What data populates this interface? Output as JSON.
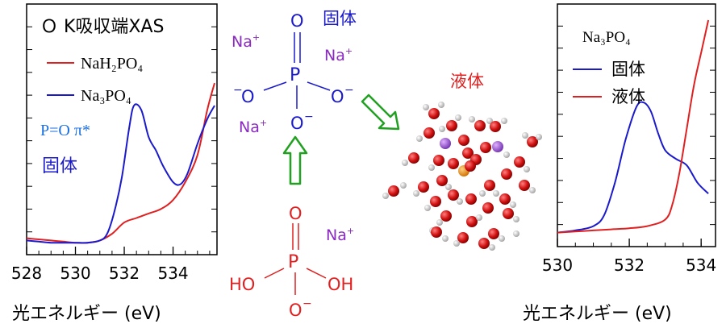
{
  "chart_data": [
    {
      "type": "line",
      "title": "Ｏ K吸収端XAS",
      "xlabel": "光エネルギー (eV)",
      "ylabel": "",
      "xlim": [
        528,
        535.8
      ],
      "ylim": [
        0,
        1
      ],
      "x_ticks": [
        "528",
        "530",
        "532",
        "534"
      ],
      "legend": "top-left",
      "annotations": [
        "P=O π*",
        "固体"
      ],
      "series": [
        {
          "name": "NaH₂PO₄",
          "color": "#e02020",
          "x": [
            528,
            528.5,
            529,
            529.5,
            530,
            530.5,
            531,
            531.5,
            532,
            532.5,
            533,
            533.5,
            534,
            534.5,
            535,
            535.4,
            535.7
          ],
          "y": [
            0.03,
            0.025,
            0.02,
            0.015,
            0.01,
            0.01,
            0.02,
            0.05,
            0.1,
            0.12,
            0.14,
            0.16,
            0.2,
            0.28,
            0.4,
            0.6,
            0.72
          ]
        },
        {
          "name": "Na₃PO₄",
          "color": "#1a1acc",
          "x": [
            528,
            528.5,
            529,
            529.5,
            530,
            530.5,
            531,
            531.3,
            531.6,
            531.9,
            532.2,
            532.4,
            532.7,
            533,
            533.3,
            533.6,
            534,
            534.3,
            534.6,
            535,
            535.4,
            535.7
          ],
          "y": [
            0.02,
            0.015,
            0.01,
            0.01,
            0.01,
            0.01,
            0.02,
            0.05,
            0.15,
            0.3,
            0.52,
            0.62,
            0.6,
            0.48,
            0.42,
            0.35,
            0.28,
            0.27,
            0.32,
            0.45,
            0.56,
            0.62
          ]
        }
      ]
    },
    {
      "type": "line",
      "title": "",
      "xlabel": "光エネルギー (eV)",
      "ylabel": "",
      "xlim": [
        530,
        534.4
      ],
      "ylim": [
        0,
        1
      ],
      "x_ticks": [
        "530",
        "532",
        "534"
      ],
      "legend": "top-left",
      "legend_heading": "Na₃PO₄",
      "series": [
        {
          "name": "固体",
          "color": "#1a1acc",
          "x": [
            530,
            530.5,
            531,
            531.3,
            531.6,
            531.9,
            532.2,
            532.4,
            532.6,
            532.8,
            533,
            533.3,
            533.6,
            533.9,
            534.2
          ],
          "y": [
            0.02,
            0.03,
            0.05,
            0.1,
            0.25,
            0.45,
            0.6,
            0.62,
            0.58,
            0.48,
            0.4,
            0.36,
            0.33,
            0.25,
            0.2
          ]
        },
        {
          "name": "液体",
          "color": "#e02020",
          "x": [
            530,
            530.5,
            531,
            531.5,
            532,
            532.5,
            533,
            533.2,
            533.4,
            533.6,
            533.8,
            534,
            534.2
          ],
          "y": [
            0.02,
            0.025,
            0.03,
            0.035,
            0.04,
            0.05,
            0.08,
            0.15,
            0.3,
            0.5,
            0.7,
            0.85,
            1.0
          ]
        }
      ]
    }
  ],
  "diagram": {
    "solid_label": "固体",
    "liquid_label": "液体",
    "na_label": "Na",
    "na_sup": "+",
    "o_label": "O",
    "p_label": "P",
    "oh_left": "HO",
    "oh_right": "OH",
    "o_minus": "O",
    "minus_sup": "−",
    "colors": {
      "solid": "#1a1acc",
      "liquid": "#e02020",
      "sodium": "#8a2bbf",
      "arrow": "#22a022"
    }
  }
}
